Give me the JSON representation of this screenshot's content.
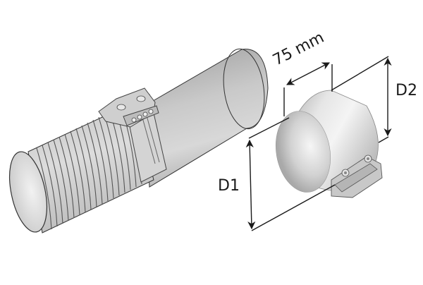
{
  "figure": {
    "description": "Exhaust pipe connector clamp technical illustration",
    "dimensions": {
      "length_label": "75 mm",
      "d1_label": "D1",
      "d2_label": "D2"
    },
    "parts": {
      "left_assembly": "corrugated flexible pipe joined to smooth pipe with clamp",
      "right_part": "band clamp connector sleeve"
    },
    "colors": {
      "line": "#1a1a1a",
      "metal_light": "#e6e6e6",
      "metal_mid": "#bdbdbd",
      "metal_dark": "#8f8f8f",
      "background": "#ffffff"
    }
  }
}
